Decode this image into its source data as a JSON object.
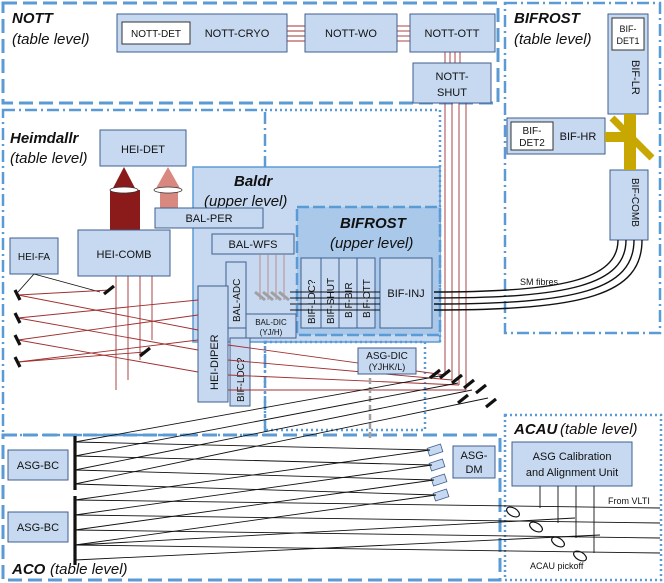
{
  "zones": {
    "nott_title": "NOTT",
    "nott_sub": "(table level)",
    "bifrost_title": "BIFROST",
    "bifrost_sub": "(table level)",
    "heimdallr_title": "Heimdallr",
    "heimdallr_sub": "(table level)",
    "baldr_title": "Baldr",
    "baldr_sub": "(upper level)",
    "bifrost_upper_title": "BIFROST",
    "bifrost_upper_sub": "(upper level)",
    "acau_title": "ACAU",
    "acau_sub": "(table level)",
    "aco_title": "ACO",
    "aco_sub": "(table level)"
  },
  "boxes": {
    "nott_det": "NOTT-DET",
    "nott_cryo": "NOTT-CRYO",
    "nott_wo": "NOTT-WO",
    "nott_ott": "NOTT-OTT",
    "nott_shut_1": "NOTT-",
    "nott_shut_2": "SHUT",
    "bif_det1_1": "BIF-",
    "bif_det1_2": "DET1",
    "bif_lr": "BIF-LR",
    "bif_det2_1": "BIF-",
    "bif_det2_2": "DET2",
    "bif_hr": "BIF-HR",
    "bif_comb": "BIF-COMB",
    "hei_det": "HEI-DET",
    "bal_per": "BAL-PER",
    "bal_wfs": "BAL-WFS",
    "hei_fa": "HEI-FA",
    "hei_comb": "HEI-COMB",
    "bal_adc": "BAL-ADC",
    "bal_dic_1": "BAL-DIC",
    "bal_dic_2": "(YJ/H)",
    "bif_ldc_upper": "BIF-LDC?",
    "bif_shut": "BIF-SHUT",
    "bif_bir": "BIF-BIR",
    "bif_ott": "BIF-OTT",
    "bif_inj": "BIF-INJ",
    "hei_diper": "HEI-DIPER",
    "bif_ldc_lower": "BIF-LDC?",
    "asg_dic_1": "ASG-DIC",
    "asg_dic_2": "(YJHK/L)",
    "asg_bc_top": "ASG-BC",
    "asg_bc_bottom": "ASG-BC",
    "asg_dm_1": "ASG-",
    "asg_dm_2": "DM",
    "acau_unit_1": "ASG Calibration",
    "acau_unit_2": "and Alignment Unit"
  },
  "labels": {
    "sm_fibres": "SM fibres",
    "from_vlti": "From VLTI",
    "acau_pickoff": "ACAU pickoff"
  },
  "colors": {
    "zone_border": "#5b9bd5",
    "baldr_fill": "#c6d9f1",
    "bifrost_upper_fill": "#a9c8ea",
    "box_fill": "#c6d9f1",
    "dark_red": "#8b1a1a",
    "pink": "#d98880",
    "mirror_gold": "#c8a800",
    "dic_gray": "#a0a0a0"
  }
}
